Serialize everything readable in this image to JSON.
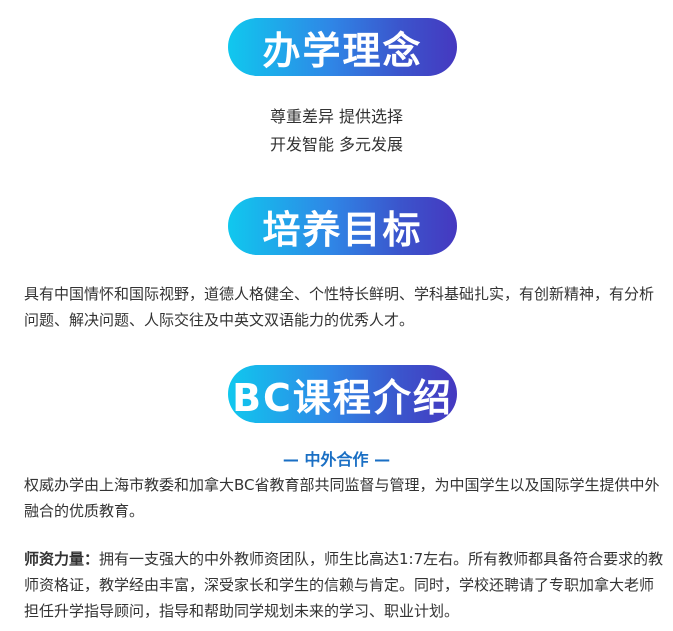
{
  "section1": {
    "title": "办学理念",
    "lines": [
      "尊重差异 提供选择",
      "开发智能 多元发展"
    ]
  },
  "section2": {
    "title": "培养目标",
    "text": "具有中国情怀和国际视野，道德人格健全、个性特长鲜明、学科基础扎实，有创新精神，有分析问题、解决问题、人际交往及中英文双语能力的优秀人才。"
  },
  "section3": {
    "title": "BC课程介绍",
    "subtitle": "— 中外合作 —",
    "intro": "权威办学由上海市教委和加拿大BC省教育部共同监督与管理，为中国学生以及国际学生提供中外融合的优质教育。",
    "faculty_label": "师资力量：",
    "faculty_text": "拥有一支强大的中外教师资团队，师生比高达1:7左右。所有教师都具备符合要求的教师资格证，教学经由丰富，深受家长和学生的信赖与肯定。同时，学校还聘请了专职加拿大老师担任升学指导顾问，指导和帮助同学规划未来的学习、职业计划。"
  },
  "colors": {
    "gradient_start": "#10c8ee",
    "gradient_end": "#4538c0",
    "subtitle": "#1a6fc4",
    "body_text": "#333333"
  }
}
